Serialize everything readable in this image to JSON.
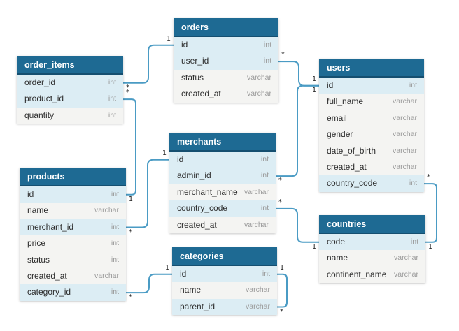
{
  "colors": {
    "header": "#1e6a93",
    "link": "#4a9bc4",
    "highlight": "#dcedf4",
    "row": "#f4f4f2"
  },
  "tables": {
    "orders": {
      "name": "orders",
      "fields": [
        {
          "name": "id",
          "type": "int"
        },
        {
          "name": "user_id",
          "type": "int"
        },
        {
          "name": "status",
          "type": "varchar"
        },
        {
          "name": "created_at",
          "type": "varchar"
        }
      ]
    },
    "order_items": {
      "name": "order_items",
      "fields": [
        {
          "name": "order_id",
          "type": "int"
        },
        {
          "name": "product_id",
          "type": "int"
        },
        {
          "name": "quantity",
          "type": "int"
        }
      ]
    },
    "users": {
      "name": "users",
      "fields": [
        {
          "name": "id",
          "type": "int"
        },
        {
          "name": "full_name",
          "type": "varchar"
        },
        {
          "name": "email",
          "type": "varchar"
        },
        {
          "name": "gender",
          "type": "varchar"
        },
        {
          "name": "date_of_birth",
          "type": "varchar"
        },
        {
          "name": "created_at",
          "type": "varchar"
        },
        {
          "name": "country_code",
          "type": "int"
        }
      ]
    },
    "merchants": {
      "name": "merchants",
      "fields": [
        {
          "name": "id",
          "type": "int"
        },
        {
          "name": "admin_id",
          "type": "int"
        },
        {
          "name": "merchant_name",
          "type": "varchar"
        },
        {
          "name": "country_code",
          "type": "int"
        },
        {
          "name": "created_at",
          "type": "varchar"
        }
      ]
    },
    "products": {
      "name": "products",
      "fields": [
        {
          "name": "id",
          "type": "int"
        },
        {
          "name": "name",
          "type": "varchar"
        },
        {
          "name": "merchant_id",
          "type": "int"
        },
        {
          "name": "price",
          "type": "int"
        },
        {
          "name": "status",
          "type": "int"
        },
        {
          "name": "created_at",
          "type": "varchar"
        },
        {
          "name": "category_id",
          "type": "int"
        }
      ]
    },
    "countries": {
      "name": "countries",
      "fields": [
        {
          "name": "code",
          "type": "int"
        },
        {
          "name": "name",
          "type": "varchar"
        },
        {
          "name": "continent_name",
          "type": "varchar"
        }
      ]
    },
    "categories": {
      "name": "categories",
      "fields": [
        {
          "name": "id",
          "type": "int"
        },
        {
          "name": "name",
          "type": "varchar"
        },
        {
          "name": "parent_id",
          "type": "varchar"
        }
      ]
    }
  },
  "relations": [
    {
      "from": "order_items.order_id",
      "to": "orders.id",
      "from_card": "*",
      "to_card": "1"
    },
    {
      "from": "orders.user_id",
      "to": "users.id",
      "from_card": "*",
      "to_card": "1"
    },
    {
      "from": "order_items.product_id",
      "to": "products.id",
      "from_card": "*",
      "to_card": "1"
    },
    {
      "from": "merchants.admin_id",
      "to": "users.id",
      "from_card": "*",
      "to_card": "1"
    },
    {
      "from": "products.merchant_id",
      "to": "merchants.id",
      "from_card": "*",
      "to_card": "1"
    },
    {
      "from": "merchants.country_code",
      "to": "countries.code",
      "from_card": "*",
      "to_card": "1"
    },
    {
      "from": "users.country_code",
      "to": "countries.code",
      "from_card": "*",
      "to_card": "1"
    },
    {
      "from": "products.category_id",
      "to": "categories.id",
      "from_card": "*",
      "to_card": "1"
    },
    {
      "from": "categories.parent_id",
      "to": "categories.id",
      "from_card": "*",
      "to_card": "1"
    }
  ]
}
